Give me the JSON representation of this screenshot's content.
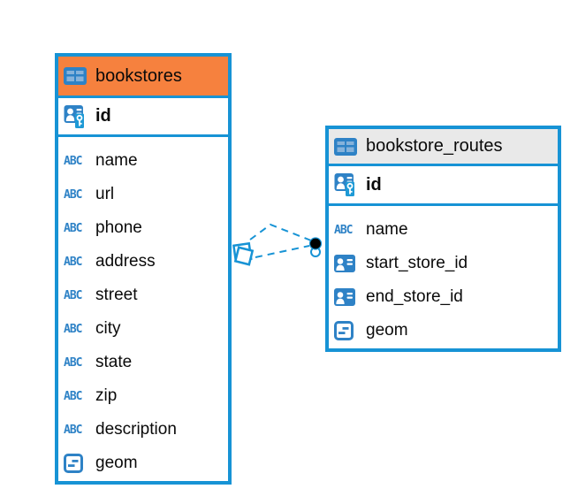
{
  "diagram": {
    "tables": [
      {
        "name": "bookstores",
        "header_style": "orange",
        "header_color": "#F6813E",
        "icon": "table-icon",
        "primary_key": {
          "name": "id",
          "icon": "primary-key-icon"
        },
        "columns": [
          {
            "name": "name",
            "icon": "text-icon"
          },
          {
            "name": "url",
            "icon": "text-icon"
          },
          {
            "name": "phone",
            "icon": "text-icon"
          },
          {
            "name": "address",
            "icon": "text-icon"
          },
          {
            "name": "street",
            "icon": "text-icon"
          },
          {
            "name": "city",
            "icon": "text-icon"
          },
          {
            "name": "state",
            "icon": "text-icon"
          },
          {
            "name": "zip",
            "icon": "text-icon"
          },
          {
            "name": "description",
            "icon": "text-icon"
          },
          {
            "name": "geom",
            "icon": "object-icon"
          }
        ]
      },
      {
        "name": "bookstore_routes",
        "header_style": "gray",
        "header_color": "#E9E9E9",
        "icon": "table-icon",
        "primary_key": {
          "name": "id",
          "icon": "primary-key-icon"
        },
        "columns": [
          {
            "name": "name",
            "icon": "text-icon"
          },
          {
            "name": "start_store_id",
            "icon": "person-icon"
          },
          {
            "name": "end_store_id",
            "icon": "person-icon"
          },
          {
            "name": "geom",
            "icon": "object-icon"
          }
        ]
      }
    ],
    "relation": {
      "connects": [
        "bookstores",
        "bookstore_routes"
      ],
      "line_style": "dashed",
      "line_count": 2,
      "line_color": "#1793D5",
      "source_marker": "overlapping-diamonds",
      "target_marker": "black-dot"
    }
  },
  "icons": {
    "text_type_label": "ABC"
  },
  "colors": {
    "accent_blue": "#1793D5",
    "icon_blue": "#2E82C6",
    "header_orange": "#F6813E",
    "header_gray": "#E9E9E9",
    "relation_dot": "#000000",
    "text": "#0A0A0A",
    "background": "#FFFFFF"
  }
}
